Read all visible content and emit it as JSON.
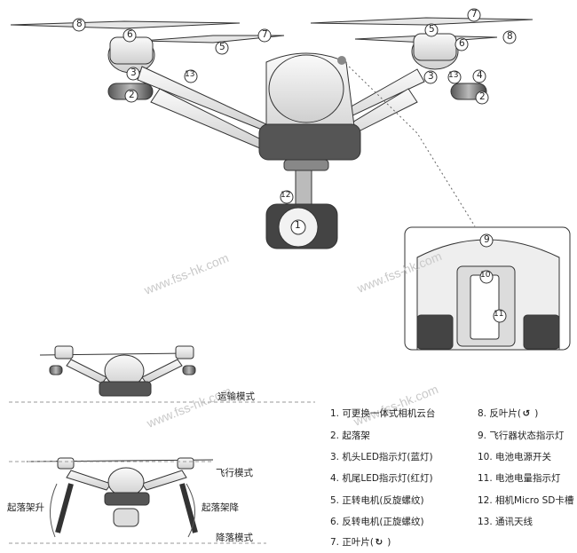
{
  "watermark": "www.fss-hk.com",
  "callouts": [
    "1",
    "2",
    "3",
    "4",
    "5",
    "6",
    "7",
    "8",
    "9",
    "10",
    "11",
    "12",
    "13"
  ],
  "mode_labels": {
    "transport": "运输模式",
    "flight": "飞行模式",
    "gear_up": "起落架升",
    "gear_down": "起落架降",
    "landing": "降落模式"
  },
  "legend": [
    "1. 可更换一体式相机云台",
    "2. 起落架",
    "3. 机头LED指示灯(蓝灯)",
    "4. 机尾LED指示灯(红灯)",
    "5. 正转电机(反旋螺纹)",
    "6. 反转电机(正旋螺纹)",
    "7. 正叶片(",
    "8. 反叶片(",
    "9. 飞行器状态指示灯",
    "10. 电池电源开关",
    "11. 电池电量指示灯",
    "12. 相机Micro SD卡槽",
    "13. 通讯天线"
  ],
  "legend_icons": {
    "seven": "cw-rotation-icon",
    "eight": "ccw-rotation-icon",
    "close": " )"
  }
}
